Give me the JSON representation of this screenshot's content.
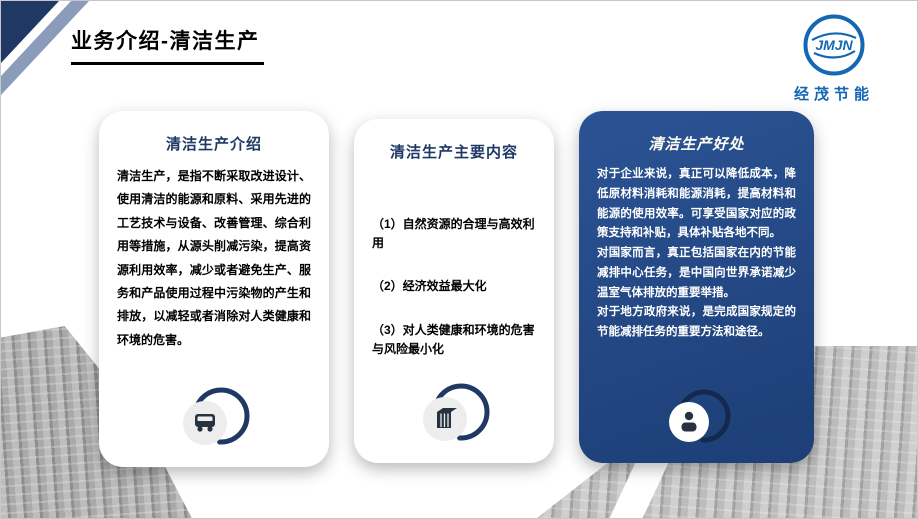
{
  "slide": {
    "title": "业务介绍-清洁生产"
  },
  "logo": {
    "text": "JMJN",
    "subtitle": "经茂节能"
  },
  "cards": [
    {
      "title": "清洁生产介绍",
      "body": "清洁生产，是指不断采取改进设计、使用清洁的能源和原料、采用先进的工艺技术与设备、改善管理、综合利用等措施，从源头削减污染，提高资源利用效率，减少或者避免生产、服务和产品使用过程中污染物的产生和排放，以减轻或者消除对人类健康和环境的危害。",
      "icon": "bus-icon"
    },
    {
      "title": "清洁生产主要内容",
      "items": [
        "（1）自然资源的合理与高效利用",
        "（2）经济效益最大化",
        "（3）对人类健康和环境的危害与风险最小化"
      ],
      "icon": "building-icon"
    },
    {
      "title": "清洁生产好处",
      "paragraphs": [
        "对于企业来说，真正可以降低成本，降低原材料消耗和能源消耗，提高材料和能源的使用效率。可享受国家对应的政策支持和补贴，具体补贴各地不同。",
        "对国家而言，真正包括国家在内的节能减排中心任务，是中国向世界承诺减少温室气体排放的重要举措。",
        "对于地方政府来说，是完成国家规定的节能减排任务的重要方法和途径。"
      ],
      "icon": "speaker-person-icon"
    }
  ],
  "colors": {
    "navy": "#1f3864",
    "card_blue": "#24478a",
    "logo_blue": "#1468b3",
    "corner_slate": "#8b9cba"
  }
}
